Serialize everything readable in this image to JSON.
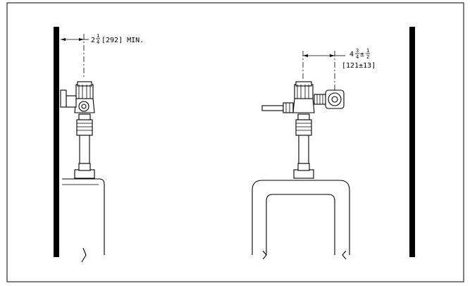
{
  "left_view": {
    "dim_whole": "2",
    "dim_num": "1",
    "dim_den": "4",
    "dim_rest": "[292] MIN."
  },
  "right_view": {
    "dim_whole": "4",
    "dim_num_a": "3",
    "dim_den_a": "4",
    "dim_pm": "±",
    "dim_num_b": "1",
    "dim_den_b": "2",
    "dim_metric": "[121±13]"
  },
  "colors": {
    "line": "#000000",
    "wall": "#000000",
    "background": "#ffffff"
  }
}
